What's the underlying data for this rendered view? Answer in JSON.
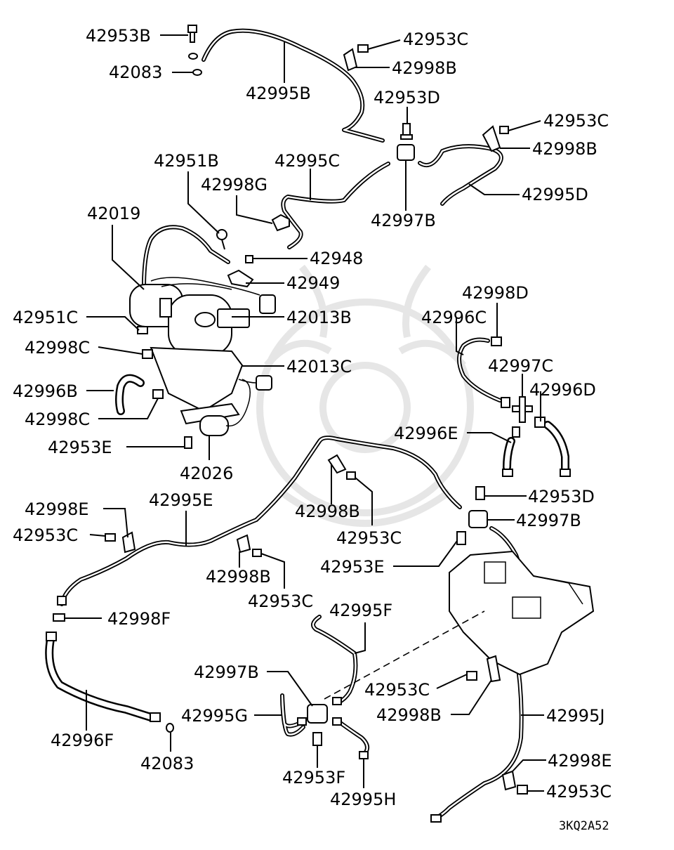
{
  "diagram": {
    "code": "3KQ2A52",
    "labels": {
      "p42953B": "42953B",
      "p42083_top": "42083",
      "p42995B": "42995B",
      "p42953C_top": "42953C",
      "p42998B_top": "42998B",
      "p42953D_top": "42953D",
      "p42953C_right": "42953C",
      "p42998B_right": "42998B",
      "p42995D": "42995D",
      "p42997B_top": "42997B",
      "p42951B": "42951B",
      "p42995C": "42995C",
      "p42998G": "42998G",
      "p42019": "42019",
      "p42948": "42948",
      "p42949": "42949",
      "p42013B": "42013B",
      "p42951C": "42951C",
      "p42998C_a": "42998C",
      "p42013C": "42013C",
      "p42996B": "42996B",
      "p42998C_b": "42998C",
      "p42953E_left": "42953E",
      "p42026": "42026",
      "p42998D": "42998D",
      "p42996C": "42996C",
      "p42997C": "42997C",
      "p42996D": "42996D",
      "p42996E": "42996E",
      "p42953D_mid": "42953D",
      "p42997B_mid": "42997B",
      "p42998E_left": "42998E",
      "p42995E": "42995E",
      "p42953C_left": "42953C",
      "p42998B_mid": "42998B",
      "p42953C_mid": "42953C",
      "p42953E_mid": "42953E",
      "p42998B_low": "42998B",
      "p42953C_low": "42953C",
      "p42998F": "42998F",
      "p42995F": "42995F",
      "p42997B_low": "42997B",
      "p42953C_lowright": "42953C",
      "p42998B_lowright": "42998B",
      "p42995G": "42995G",
      "p42995J": "42995J",
      "p42996F": "42996F",
      "p42083_low": "42083",
      "p42998E_right": "42998E",
      "p42953F": "42953F",
      "p42953C_bottom": "42953C",
      "p42995H": "42995H"
    }
  }
}
